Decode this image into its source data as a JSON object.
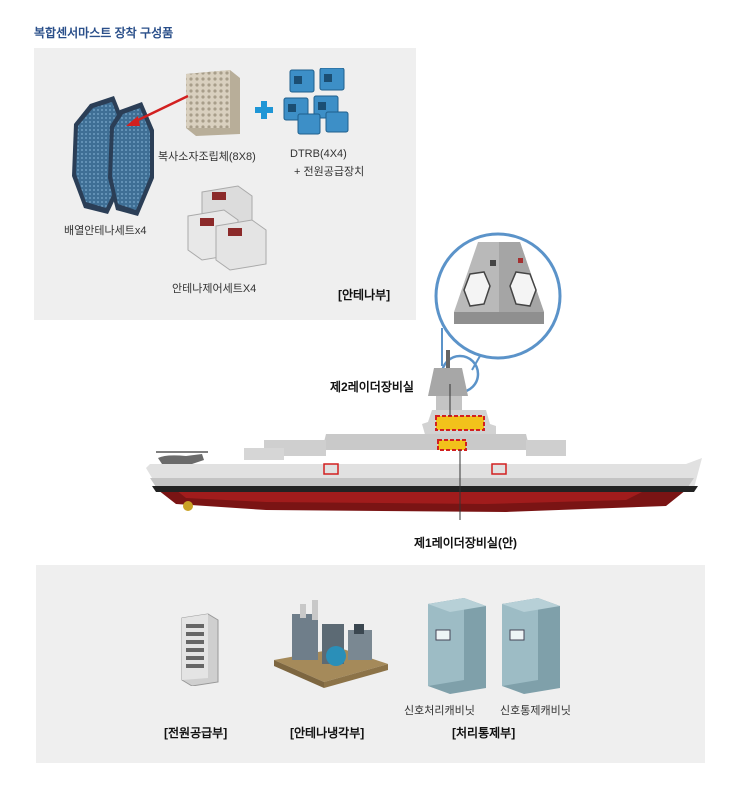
{
  "title": "복합센서마스트 장착 구성품",
  "antenna_panel": {
    "radiator_label": "복사소자조립체(8X8)",
    "dtrb_label_line1": "DTRB(4X4)",
    "dtrb_label_line2": "+ 전원공급장치",
    "array_label": "배열안테나세트x4",
    "control_label": "안테나제어세트X4",
    "section_label": "[안테나부]"
  },
  "ship": {
    "room2_label": "제2레이더장비실",
    "room1_label": "제1레이더장비실(안)"
  },
  "bottom_panel": {
    "power_label": "[전원공급부]",
    "cooling_label": "[안테나냉각부]",
    "signal_cabinet_label": "신호처리캐비닛",
    "control_cabinet_label": "신호통제캐비닛",
    "processing_label": "[처리통제부]"
  },
  "colors": {
    "title": "#2a4f8a",
    "panel_bg": "#efefef",
    "highlight_red": "#d22020",
    "highlight_yellow": "#f2c21b",
    "zoom_circle": "#5b93c9",
    "plus": "#1e96d6",
    "cabinet": "#8fb0ba"
  }
}
